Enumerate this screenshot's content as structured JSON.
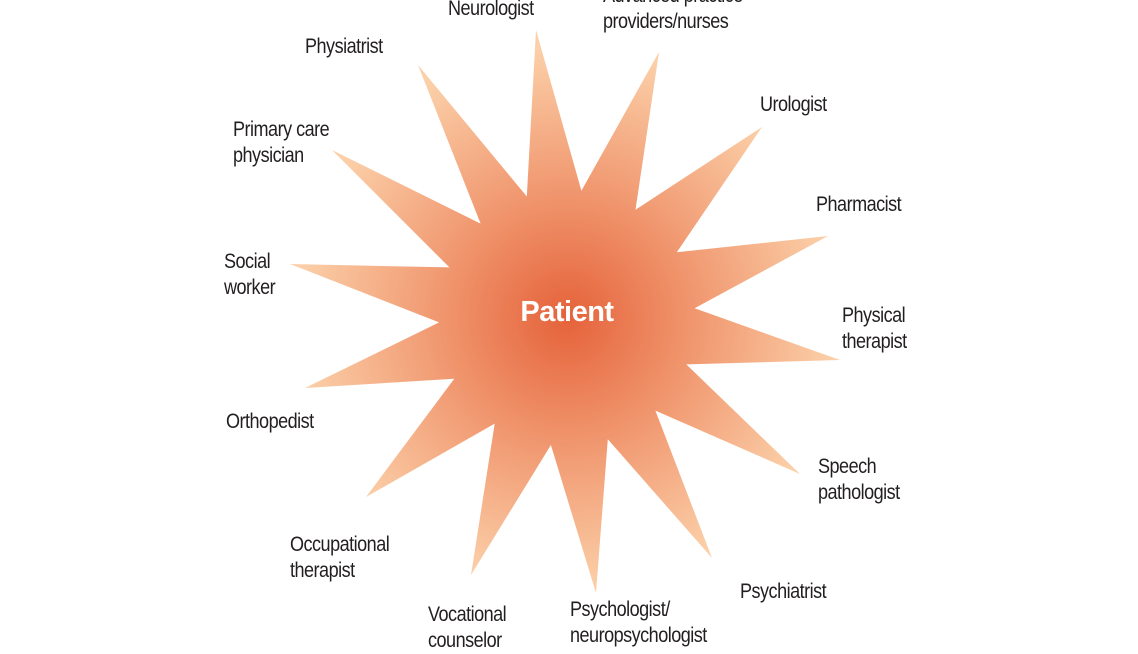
{
  "center_label": "Patient",
  "colors": {
    "center": "#e5623a",
    "mid": "#f19a72",
    "outer": "#fbcfa8",
    "text": "#231f20"
  },
  "roles": [
    {
      "lines": [
        "Neurologist"
      ]
    },
    {
      "lines": [
        "Advanced practice",
        "providers/nurses"
      ]
    },
    {
      "lines": [
        "Urologist"
      ]
    },
    {
      "lines": [
        "Pharmacist"
      ]
    },
    {
      "lines": [
        "Physical",
        "therapist"
      ]
    },
    {
      "lines": [
        "Speech",
        "pathologist"
      ]
    },
    {
      "lines": [
        "Psychiatrist"
      ]
    },
    {
      "lines": [
        "Psychologist/",
        "neuropsychologist"
      ]
    },
    {
      "lines": [
        "Vocational",
        "counselor"
      ]
    },
    {
      "lines": [
        "Occupational",
        "therapist"
      ]
    },
    {
      "lines": [
        "Orthopedist"
      ]
    },
    {
      "lines": [
        "Social",
        "worker"
      ]
    },
    {
      "lines": [
        "Primary care",
        "physician"
      ]
    },
    {
      "lines": [
        "Physiatrist"
      ]
    }
  ]
}
